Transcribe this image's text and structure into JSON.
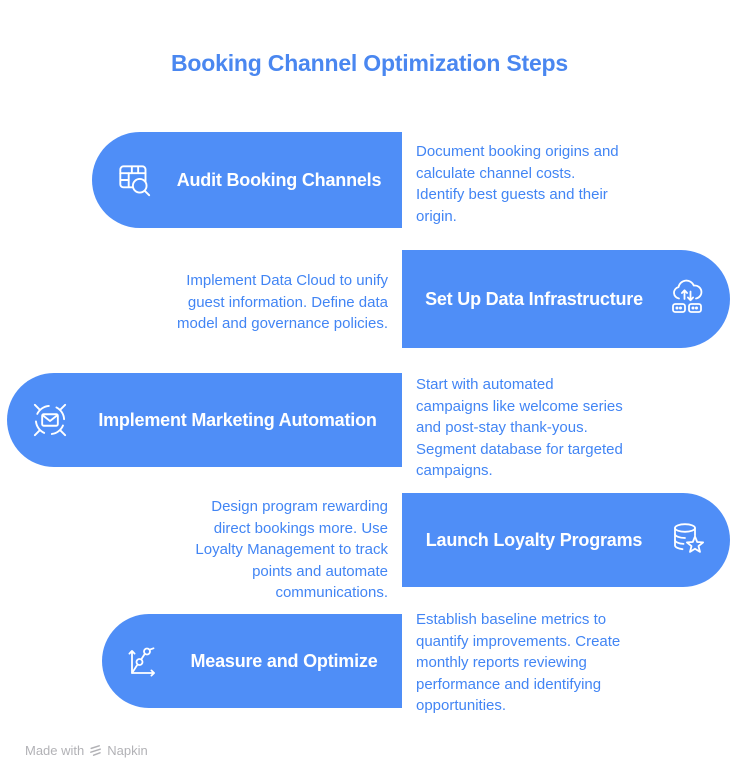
{
  "title": "Booking Channel Optimization Steps",
  "colors": {
    "pill_blue": "#4f8ef7",
    "text_blue": "#4285f4",
    "title_blue": "#4a87f0",
    "footer_gray": "#b2b2b6"
  },
  "steps": [
    {
      "label": "Audit Booking Channels",
      "icon": "table-search-icon",
      "side": "left",
      "description_lines": [
        "Document booking origins and",
        "calculate channel costs.",
        "Identify best guests and their",
        "origin."
      ]
    },
    {
      "label": "Set Up Data Infrastructure",
      "icon": "cloud-sync-icon",
      "side": "right",
      "description_lines": [
        "Implement Data Cloud to unify",
        "guest information. Define data",
        "model and governance policies."
      ]
    },
    {
      "label": "Implement Marketing Automation",
      "icon": "envelope-broadcast-icon",
      "side": "left",
      "description_lines": [
        "Start with automated",
        "campaigns like welcome series",
        "and post-stay thank-yous.",
        "Segment database for targeted",
        "campaigns."
      ]
    },
    {
      "label": "Launch Loyalty Programs",
      "icon": "database-star-icon",
      "side": "right",
      "description_lines": [
        "Design program rewarding",
        "direct bookings more. Use",
        "Loyalty Management to track",
        "points and automate",
        "communications."
      ]
    },
    {
      "label": "Measure and Optimize",
      "icon": "chart-growth-icon",
      "side": "left",
      "description_lines": [
        "Establish baseline metrics to",
        "quantify improvements. Create",
        "monthly reports reviewing",
        "performance and identifying",
        "opportunities."
      ]
    }
  ],
  "footer": {
    "made_with": "Made with",
    "brand": "Napkin"
  }
}
